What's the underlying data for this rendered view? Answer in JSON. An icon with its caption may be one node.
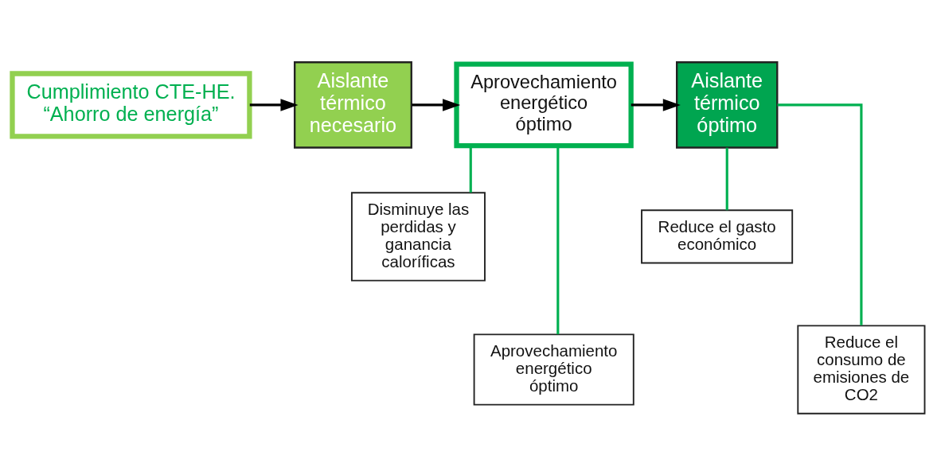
{
  "diagram": {
    "nodes": [
      {
        "text": [
          "Cumplimiento CTE-HE. “Ahorro de energía”"
        ]
      },
      {
        "text": [
          "Aislante térmico necesario"
        ]
      },
      {
        "text": [
          "Aprovechamiento energético óptimo"
        ]
      },
      {
        "text": [
          "Aislante térmico óptimo"
        ]
      },
      {
        "text": [
          "Disminuye las perdidas y ganancia caloríficas"
        ]
      },
      {
        "text": [
          "Aprovechamiento energético óptimo"
        ]
      },
      {
        "text": [
          "Reduce el gasto económico"
        ]
      },
      {
        "text": [
          "Reduce el consumo de emisiones de CO2"
        ]
      }
    ],
    "edges": [
      {
        "from": 0,
        "to": 1,
        "arrow": "to",
        "color": "#000000"
      },
      {
        "from": 1,
        "to": 2,
        "arrow": "to",
        "color": "#000000"
      },
      {
        "from": 2,
        "to": 3,
        "arrow": "to",
        "color": "#000000"
      },
      {
        "from": 2,
        "to": 4,
        "arrow": "none"
      },
      {
        "from": 2,
        "to": 5,
        "arrow": "none"
      },
      {
        "from": 3,
        "to": 6,
        "arrow": "none"
      },
      {
        "from": 3,
        "to": 7,
        "arrow": "none"
      }
    ]
  }
}
